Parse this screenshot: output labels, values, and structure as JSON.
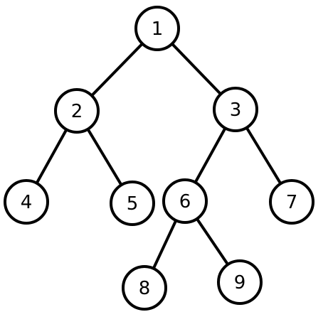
{
  "tree": {
    "nodes": [
      {
        "id": "1",
        "label": "1"
      },
      {
        "id": "2",
        "label": "2"
      },
      {
        "id": "3",
        "label": "3"
      },
      {
        "id": "4",
        "label": "4"
      },
      {
        "id": "5",
        "label": "5"
      },
      {
        "id": "6",
        "label": "6"
      },
      {
        "id": "7",
        "label": "7"
      },
      {
        "id": "8",
        "label": "8"
      },
      {
        "id": "9",
        "label": "9"
      }
    ],
    "edges": [
      {
        "from": "1",
        "to": "2"
      },
      {
        "from": "1",
        "to": "3"
      },
      {
        "from": "2",
        "to": "4"
      },
      {
        "from": "2",
        "to": "5"
      },
      {
        "from": "3",
        "to": "6"
      },
      {
        "from": "3",
        "to": "7"
      },
      {
        "from": "6",
        "to": "8"
      },
      {
        "from": "6",
        "to": "9"
      }
    ],
    "colors": {
      "stroke": "#000000",
      "fill": "#ffffff",
      "text": "#000000"
    }
  }
}
